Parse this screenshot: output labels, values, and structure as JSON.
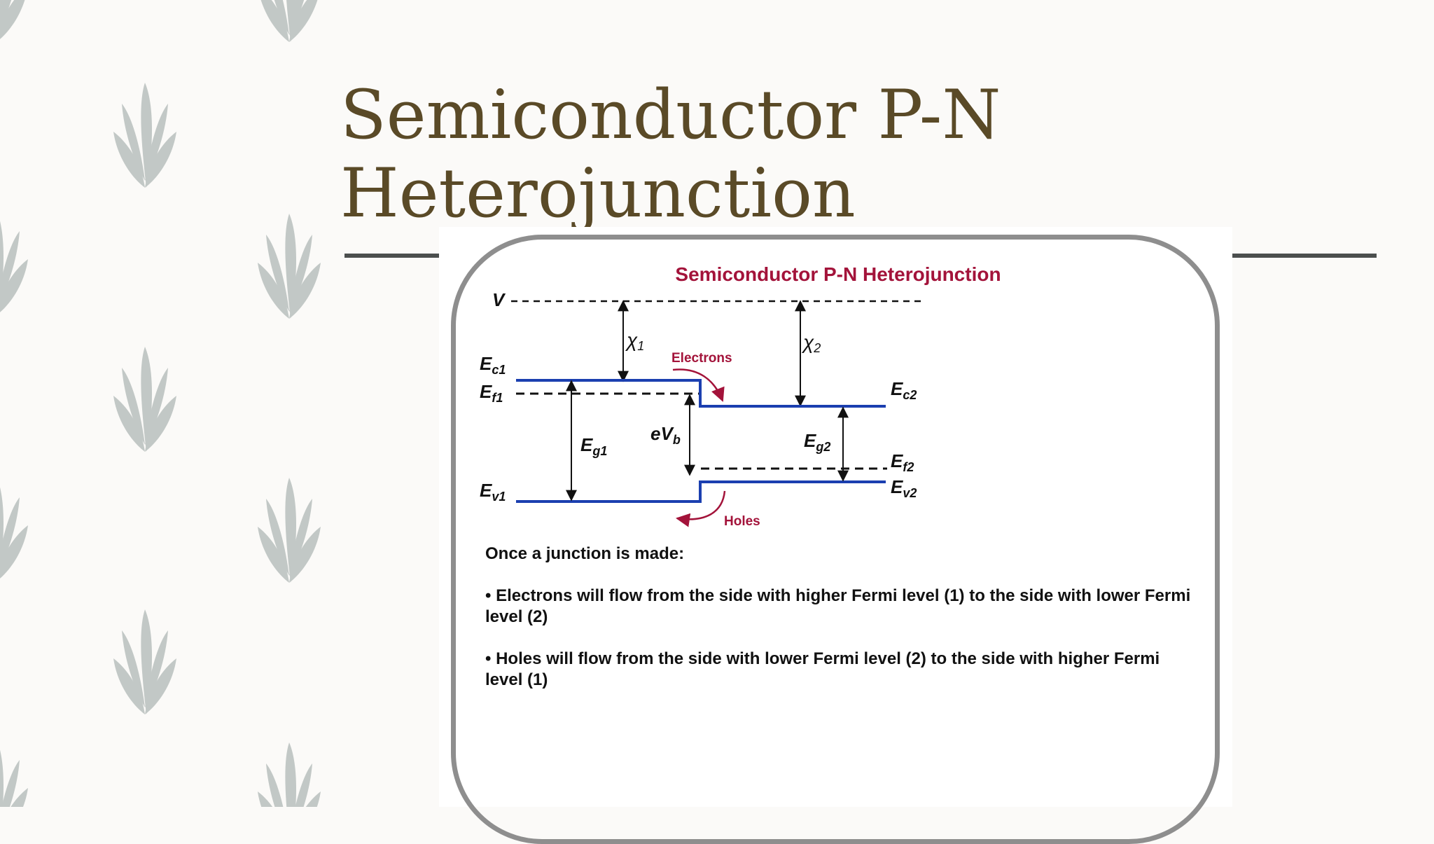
{
  "slide": {
    "title_line1": "Semiconductor P-N",
    "title_line2": "Heterojunction"
  },
  "diagram": {
    "heading": "Semiconductor P-N Heterojunction",
    "labels": {
      "vacuum": "V",
      "chi1": "χ",
      "chi1_sub": "1",
      "chi2": "χ",
      "chi2_sub": "2",
      "ec1": "E",
      "ec1_sub": "c1",
      "ef1": "E",
      "ef1_sub": "f1",
      "ev1": "E",
      "ev1_sub": "v1",
      "eg1": "E",
      "eg1_sub": "g1",
      "evb": "eV",
      "evb_sub": "b",
      "ec2": "E",
      "ec2_sub": "c2",
      "ef2": "E",
      "ef2_sub": "f2",
      "ev2": "E",
      "ev2_sub": "v2",
      "eg2": "E",
      "eg2_sub": "g2",
      "electrons": "Electrons",
      "holes": "Holes"
    },
    "colors": {
      "band": "#1b3fb0",
      "accent": "#a3133a",
      "ink": "#111111"
    }
  },
  "description": {
    "intro": "Once a junction is made:",
    "bullets": [
      "• Electrons will flow from the side with higher Fermi level (1) to the side with lower Fermi level (2)",
      "• Holes will flow from the side with lower Fermi level (2) to the side with higher Fermi level (1)"
    ]
  }
}
